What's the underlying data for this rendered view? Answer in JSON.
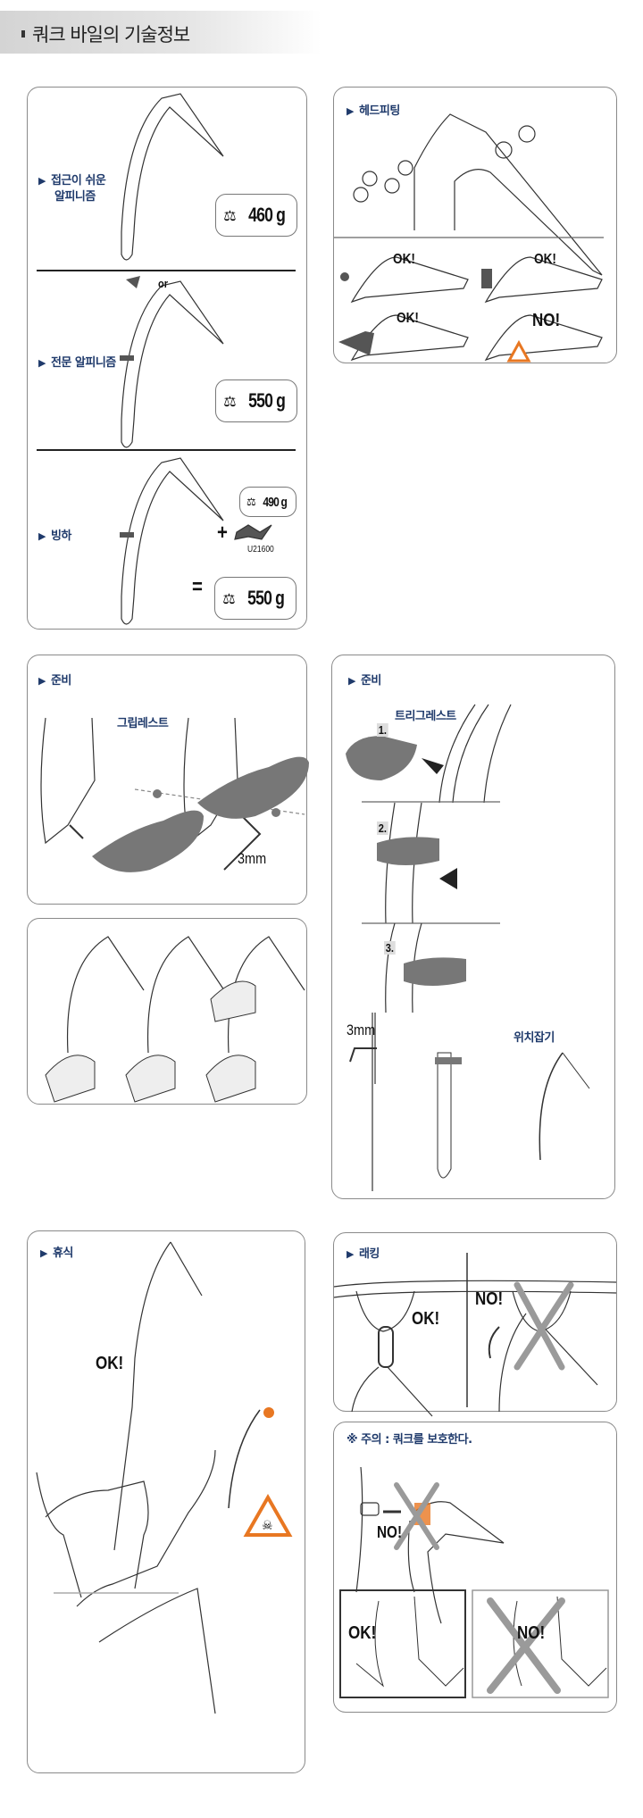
{
  "header": {
    "title": "쿼크 바일의 기술정보"
  },
  "colors": {
    "label": "#1f3a6b",
    "warning": "#e87722",
    "border": "#8a8a8a",
    "cross": "#9a9a9a"
  },
  "panel_uses": {
    "sections": [
      {
        "label": "접근이 쉬운",
        "label2": "알피니즘",
        "weight": "460 g"
      },
      {
        "label": "전문 알피니즘",
        "weight": "550 g",
        "or": "or"
      },
      {
        "label": "빙하",
        "weight_head": "490 g",
        "plus": "+",
        "part_code": "U21600",
        "equals": "=",
        "weight": "550 g"
      }
    ]
  },
  "panel_head": {
    "label": "헤드피팅",
    "marks": [
      "OK!",
      "OK!",
      "OK!",
      "NO!"
    ]
  },
  "panel_grip": {
    "label": "준비",
    "sub": "그립레스트",
    "tool": "3mm"
  },
  "panel_trigger": {
    "label": "준비",
    "sub": "트리그레스트",
    "steps": [
      "1.",
      "2.",
      "3."
    ],
    "tool": "3mm",
    "position_label": "위치잡기"
  },
  "panel_rest": {
    "label": "휴식",
    "ok": "OK!"
  },
  "panel_racking": {
    "label": "래킹",
    "ok": "OK!",
    "no": "NO!"
  },
  "panel_caution": {
    "label": "※ 주의 : 쿼크를 보호한다.",
    "no": "NO!",
    "ok_box": "OK!",
    "no_box": "NO!"
  }
}
